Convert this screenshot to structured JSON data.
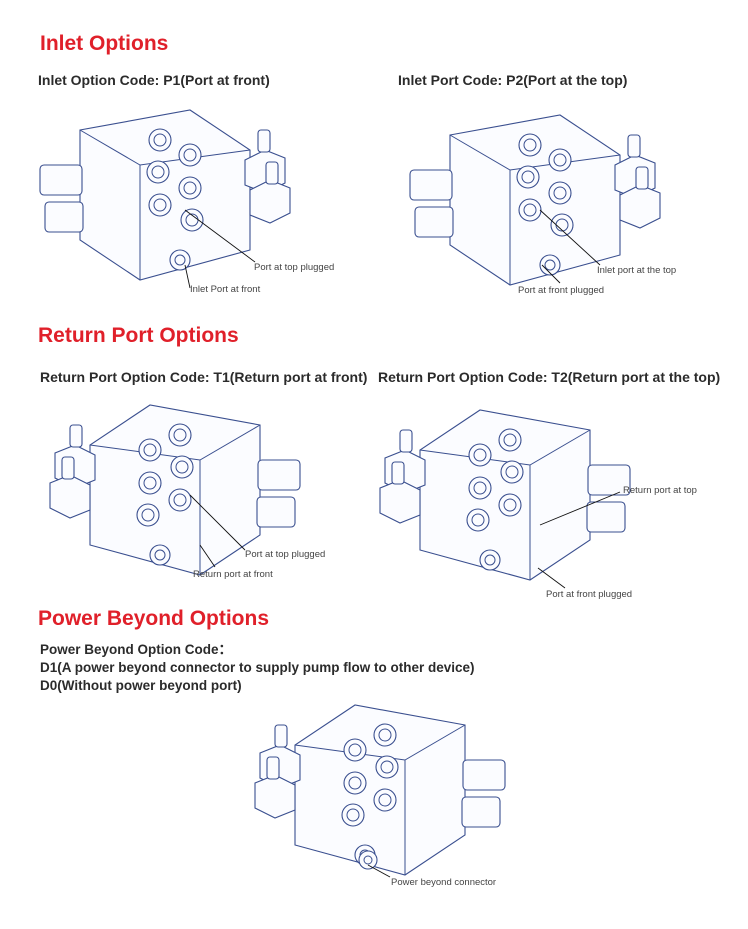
{
  "inlet": {
    "title": "Inlet Options",
    "p1_label": "Inlet Option Code: P1(Port at front)",
    "p2_label": "Inlet Port Code: P2(Port at the top)",
    "p1_callouts": {
      "top": "Port at top plugged",
      "front": "Inlet Port at front"
    },
    "p2_callouts": {
      "top": "Inlet port at the top",
      "front": "Port at front plugged"
    }
  },
  "return_port": {
    "title": "Return Port Options",
    "t1_label": "Return Port Option Code: T1(Return port at front)",
    "t2_label": "Return Port Option Code: T2(Return port at the top)",
    "t1_callouts": {
      "top": "Port at top plugged",
      "front": "Return port at front"
    },
    "t2_callouts": {
      "top": "Return port at top",
      "front": "Port at front plugged"
    }
  },
  "power_beyond": {
    "title": "Power Beyond Options",
    "line1": "Power Beyond Option Code：",
    "line2": "D1(A power beyond connector to supply pump flow to other device)",
    "line3": "D0(Without power beyond port)",
    "callout": "Power beyond connector"
  }
}
